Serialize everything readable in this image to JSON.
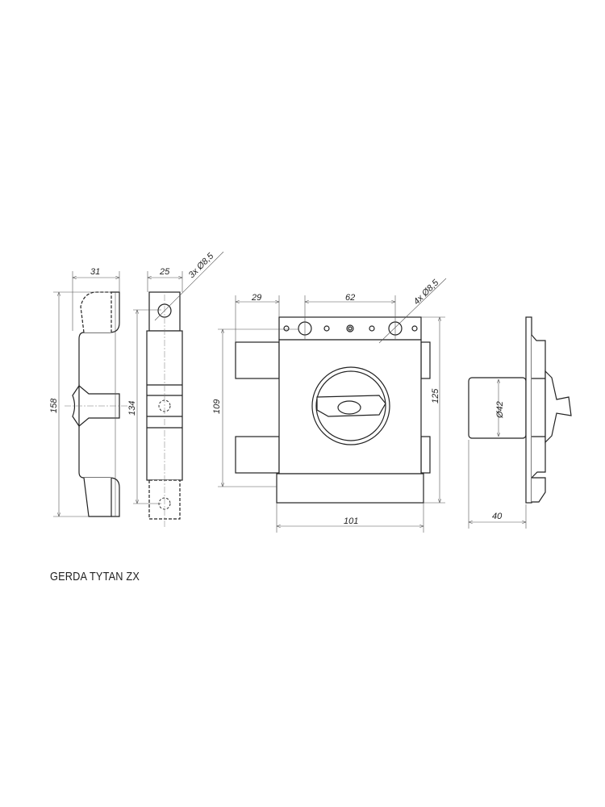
{
  "title": "GERDA TYTAN ZX",
  "strike_side": {
    "width_dim": "31",
    "height_dim": "158"
  },
  "strike_front": {
    "width_dim": "25",
    "hole_spacing_dim": "134",
    "hole_note": "3x  Ø8,5"
  },
  "lock_front": {
    "bolt_offset_dim": "29",
    "hole_spacing_dim": "62",
    "hole_note": "4x  Ø8,5",
    "bolt_height_dim": "109",
    "height_dim": "125",
    "width_dim": "101"
  },
  "lock_side": {
    "cylinder_dia_dim": "Ø42",
    "depth_dim": "40"
  }
}
